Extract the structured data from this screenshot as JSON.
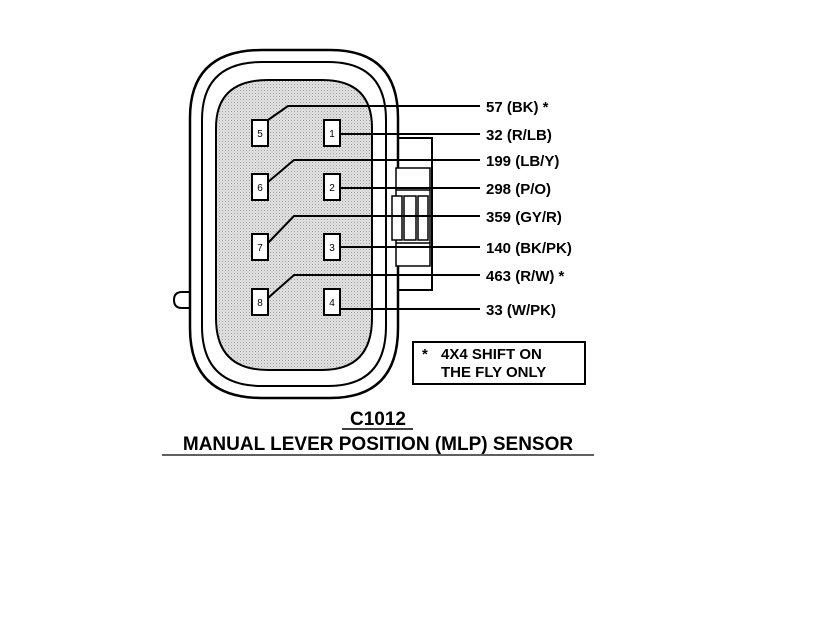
{
  "connector_id": "C1012",
  "sensor_name": "MANUAL LEVER POSITION (MLP) SENSOR",
  "pins": [
    {
      "number": "1",
      "wire": "32 (R/LB)"
    },
    {
      "number": "2",
      "wire": "298 (P/O)"
    },
    {
      "number": "3",
      "wire": "140 (BK/PK)"
    },
    {
      "number": "4",
      "wire": "33 (W/PK)"
    },
    {
      "number": "5",
      "wire": "57 (BK) *"
    },
    {
      "number": "6",
      "wire": "199 (LB/Y)"
    },
    {
      "number": "7",
      "wire": "359 (GY/R)"
    },
    {
      "number": "8",
      "wire": "463 (R/W) *"
    }
  ],
  "note": {
    "marker": "*",
    "line1": "4X4 SHIFT ON",
    "line2": "THE FLY ONLY"
  }
}
